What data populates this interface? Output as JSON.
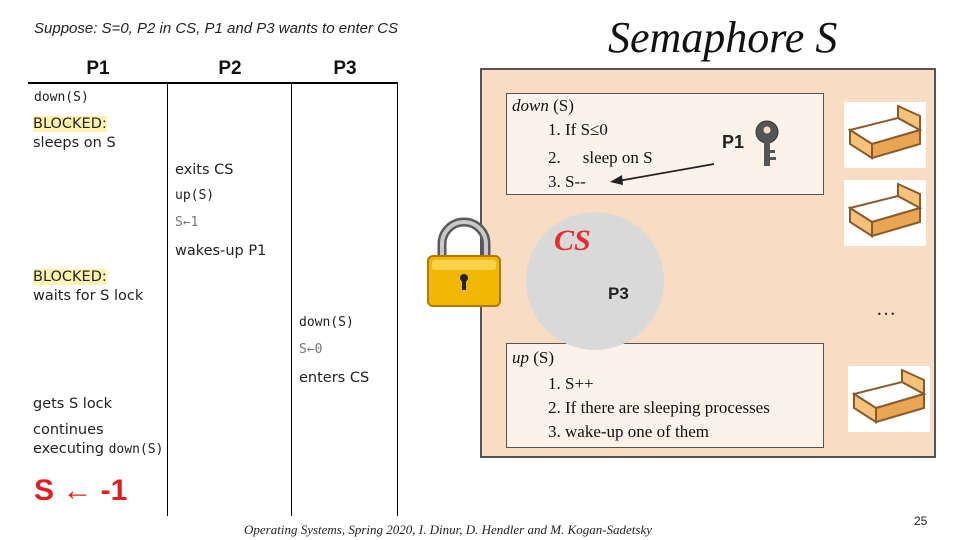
{
  "slide": {
    "scenario": "Suppose: S=0, P2 in CS, P1 and P3 wants to enter CS",
    "title": "Semaphore S",
    "footer": "Operating Systems, Spring 2020, I. Dinur, D. Hendler and M. Kogan-Sadetsky",
    "page_number": "25"
  },
  "columns": [
    "P1",
    "P2",
    "P3"
  ],
  "timeline": {
    "p1_down": "down(S)",
    "p1_blocked1": "BLOCKED:",
    "p1_sleeps": "sleeps on S",
    "p2_exits": "exits CS",
    "p2_up": "up(S)",
    "p2_s_assign": "S←1",
    "p2_wakes": "wakes-up P1",
    "p1_blocked2": "BLOCKED:",
    "p1_waits": "waits for S lock",
    "p3_down": "down(S)",
    "p3_s_assign": "S←0",
    "p3_enters": "enters CS",
    "p1_gets": "gets S lock",
    "p1_continues": "continues",
    "p1_executing": "executing ",
    "p1_executing_code": "down(S)",
    "s_result": "S ← -1"
  },
  "down_box": {
    "title": "down",
    "title_arg": " (S)",
    "line1": "1. If S≤0",
    "line2_num": "2.",
    "line2_text": "sleep on S",
    "line3": "3. S--"
  },
  "up_box": {
    "title": "up",
    "title_arg": " (S)",
    "line1": "1. S++",
    "line2": "2. If there are sleeping processes",
    "line3": "3. wake-up one of them"
  },
  "semaphore_area": {
    "cs_label": "CS",
    "p3_label": "P3",
    "p1_label": "P1",
    "more": "…"
  },
  "icons": [
    "lock-icon",
    "key-icon",
    "bed-icon"
  ],
  "colors": {
    "semaphore_bg": "#f9dcc4",
    "box_bg": "#fdf2e9",
    "cs_red": "#e03030",
    "result_red": "#e02020",
    "highlight": "#fff3b0"
  }
}
